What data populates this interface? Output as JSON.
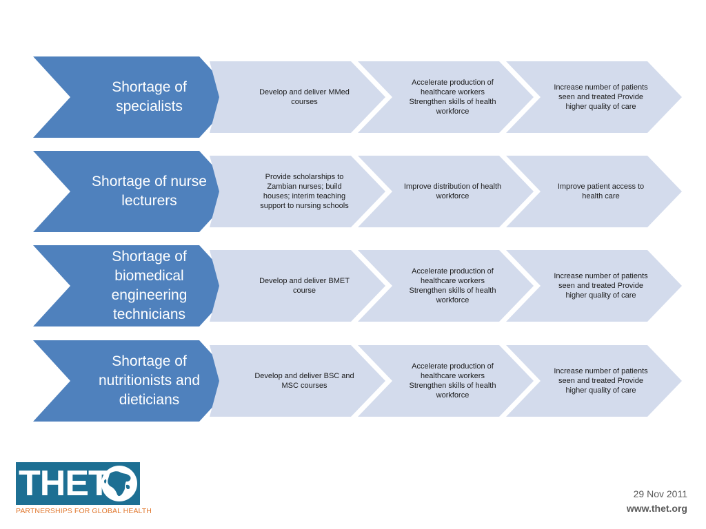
{
  "rows": [
    {
      "problem": "Shortage of specialists",
      "steps": [
        "Develop and deliver MMed courses",
        "Accelerate production of healthcare workers Strengthen skills of health workforce",
        "Increase number of patients seen and treated Provide higher quality of care"
      ]
    },
    {
      "problem": "Shortage of nurse lecturers",
      "steps": [
        "Provide scholarships to Zambian nurses; build houses; interim teaching support to nursing schools",
        "Improve distribution of health workforce",
        "Improve patient access to health care"
      ]
    },
    {
      "problem": "Shortage of biomedical engineering technicians",
      "steps": [
        "Develop and deliver BMET course",
        "Accelerate production of healthcare workers Strengthen skills of health workforce",
        "Increase number of patients seen and treated Provide higher quality of care"
      ]
    },
    {
      "problem": "Shortage of nutritionists and dieticians",
      "steps": [
        "Develop and deliver BSC and MSC courses",
        "Accelerate production of healthcare workers Strengthen skills of health workforce",
        "Increase number of patients seen and treated Provide higher quality of care"
      ]
    }
  ],
  "logo": {
    "name": "THET",
    "tagline": "PARTNERSHIPS FOR GLOBAL HEALTH",
    "icon": "globe-icon"
  },
  "footer": {
    "date": "29 Nov 2011",
    "url": "www.thet.org"
  },
  "colors": {
    "primary_chevron": "#4f81bd",
    "secondary_chevron": "#d3dbec",
    "logo_bg": "#1d6f93",
    "tagline": "#e0782f"
  }
}
